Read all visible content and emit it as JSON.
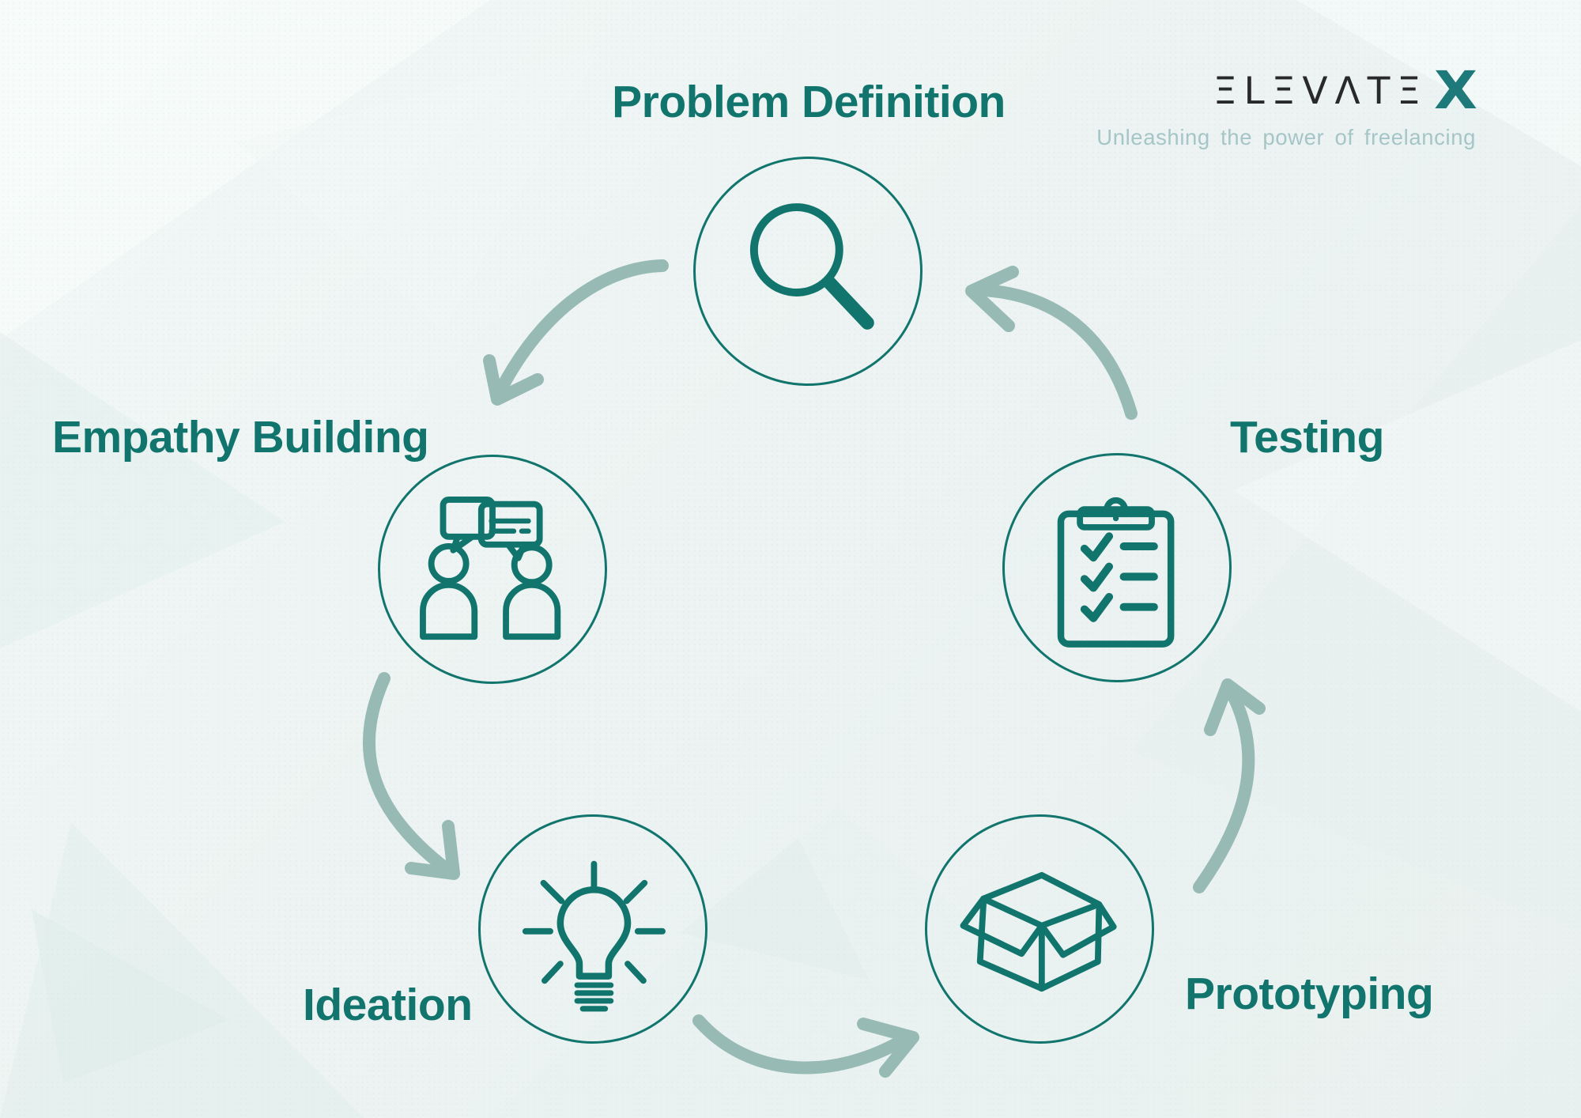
{
  "logo": {
    "brand": "ELEVATE",
    "brand_stylized": "ΞLΞVΛTΞ",
    "x_mark": "X",
    "tagline": "Unleashing the power of freelancing"
  },
  "colors": {
    "teal": "#11756d",
    "arrow": "#98bab4",
    "background": "#edf3f2",
    "logo_dark": "#28292b",
    "tagline_color": "#a6c5c7"
  },
  "stages": [
    {
      "id": "problem-definition",
      "label": "Problem Definition",
      "icon": "magnifier-icon"
    },
    {
      "id": "empathy-building",
      "label": "Empathy Building",
      "icon": "conversation-icon"
    },
    {
      "id": "ideation",
      "label": "Ideation",
      "icon": "lightbulb-icon"
    },
    {
      "id": "prototyping",
      "label": "Prototyping",
      "icon": "open-box-icon"
    },
    {
      "id": "testing",
      "label": "Testing",
      "icon": "checklist-clipboard-icon"
    }
  ],
  "flow_edges": [
    {
      "from": "problem-definition",
      "to": "empathy-building"
    },
    {
      "from": "empathy-building",
      "to": "ideation"
    },
    {
      "from": "ideation",
      "to": "prototyping"
    },
    {
      "from": "prototyping",
      "to": "testing"
    },
    {
      "from": "testing",
      "to": "problem-definition"
    }
  ]
}
